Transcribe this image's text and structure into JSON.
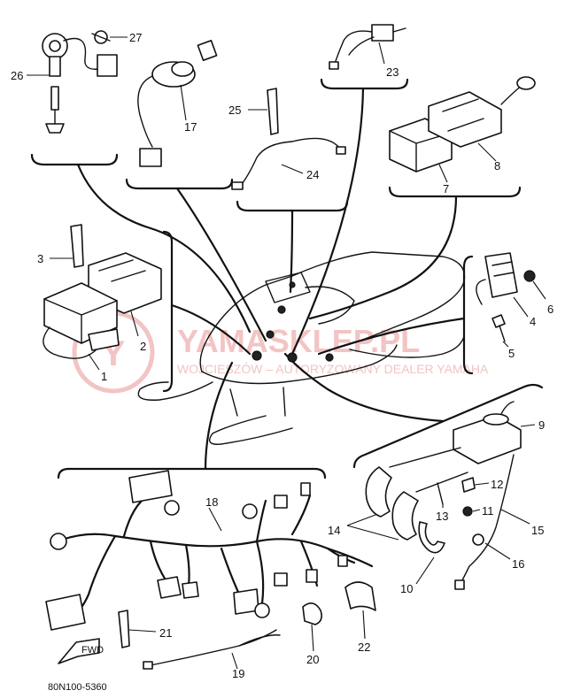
{
  "diagram_code": "80N100-5360",
  "watermark": {
    "brand": "YAMASKLEP.PL",
    "subtitle": "WOJCIESZÓW – AUTORYZOWANY DEALER YAMAHA",
    "color": "#f2c4c4"
  },
  "callouts": [
    "1",
    "2",
    "3",
    "4",
    "5",
    "6",
    "7",
    "8",
    "9",
    "10",
    "11",
    "12",
    "13",
    "14",
    "15",
    "16",
    "17",
    "18",
    "19",
    "20",
    "21",
    "22",
    "23",
    "24",
    "25",
    "26",
    "27"
  ],
  "fwd_label": "FWD"
}
